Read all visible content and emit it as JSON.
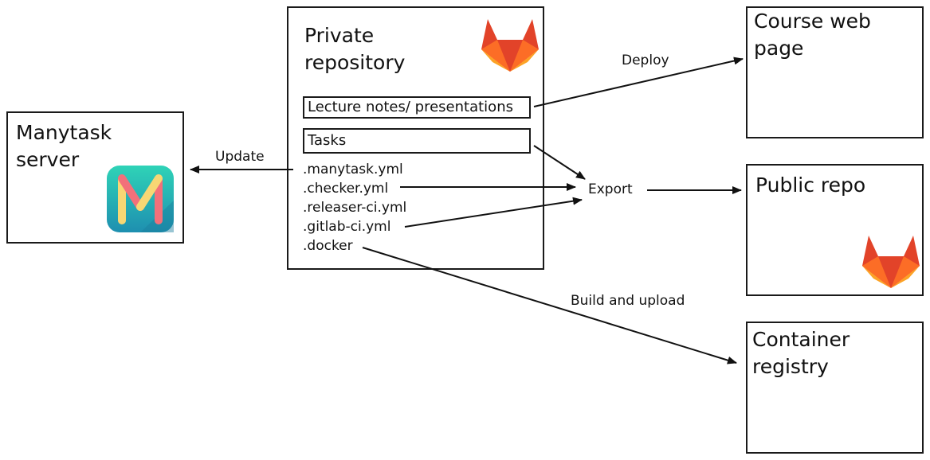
{
  "nodes": {
    "manytask": {
      "title": "Manytask\nserver",
      "icon": "manytask-logo"
    },
    "private_repo": {
      "title": "Private\nrepository",
      "icon": "gitlab-logo",
      "sections": [
        "Lecture notes/ presentations",
        "Tasks"
      ],
      "files": [
        ".manytask.yml",
        ".checker.yml",
        ".releaser-ci.yml",
        ".gitlab-ci.yml",
        ".docker"
      ]
    },
    "course_web": {
      "title": "Course web\npage"
    },
    "public_repo": {
      "title": "Public repo",
      "icon": "gitlab-logo"
    },
    "registry": {
      "title": "Container\nregistry"
    },
    "export": {
      "label": "Export"
    }
  },
  "edges": {
    "update": "Update",
    "deploy": "Deploy",
    "build": "Build and upload"
  },
  "colors": {
    "gitlab_dark": "#e24329",
    "gitlab_mid": "#fc6d26",
    "gitlab_light": "#fca326",
    "manytask_bg_top": "#2fd3b7",
    "manytask_bg_bottom": "#1e8fb0",
    "manytask_m1": "#f7d774",
    "manytask_m2": "#f2707a"
  }
}
